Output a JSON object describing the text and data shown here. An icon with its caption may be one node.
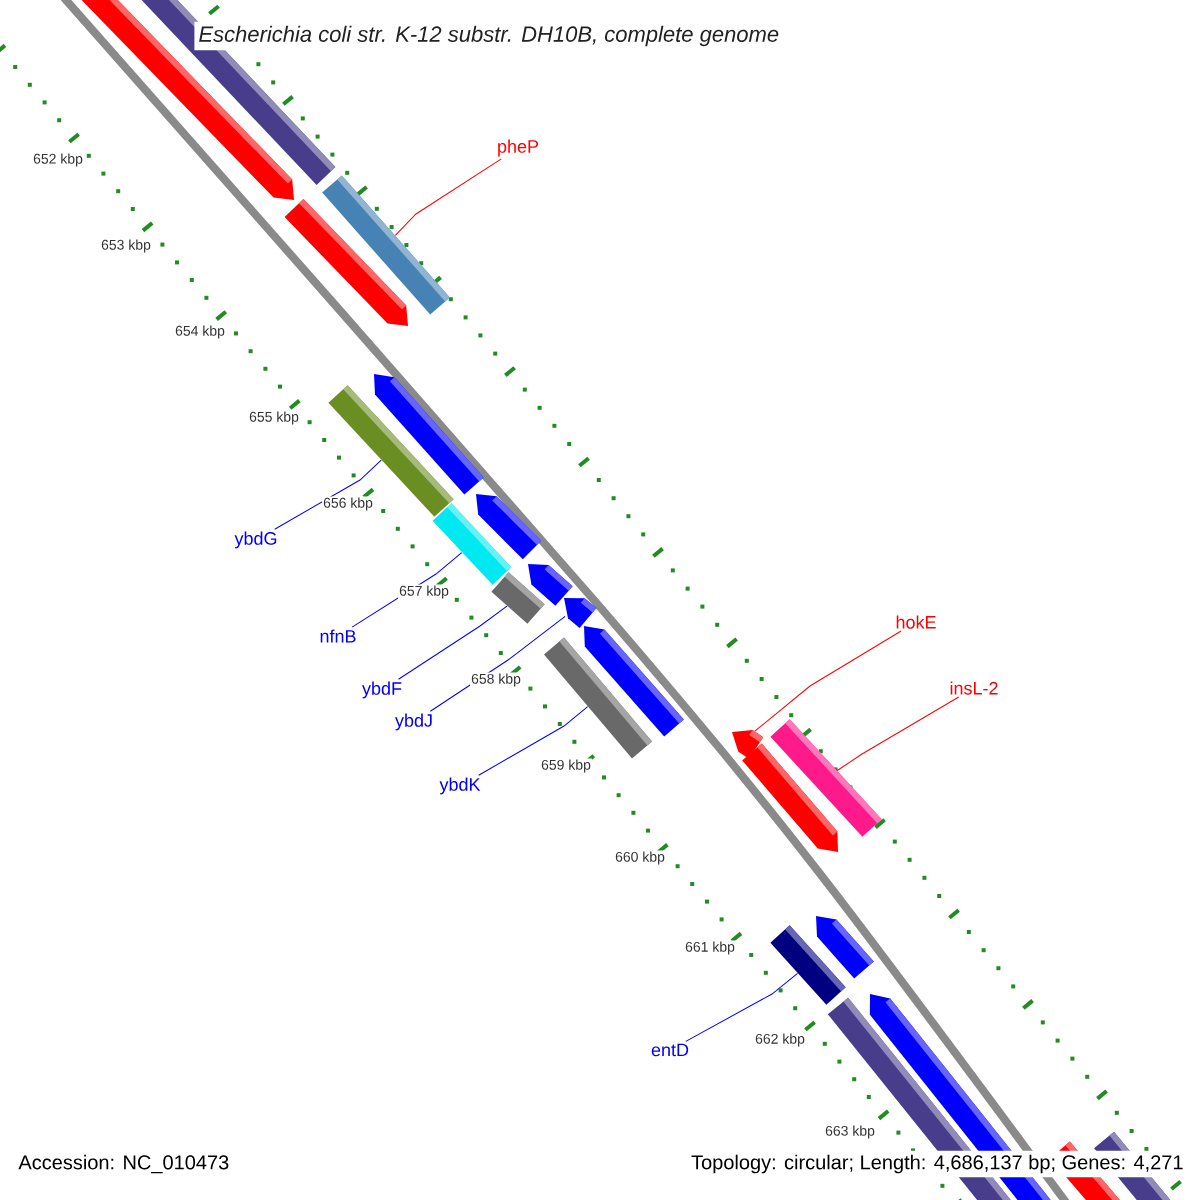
{
  "diagram": {
    "title": "*Escherichia coli* str. K-12 substr. DH10B, complete genome",
    "nodes": [
      {
        "text": [
          "pheP"
        ]
      },
      {
        "text": [
          "ybdG"
        ]
      },
      {
        "text": [
          "hokE"
        ]
      },
      {
        "text": [
          "nfnB"
        ]
      },
      {
        "text": [
          "insL-2"
        ]
      },
      {
        "text": [
          "ybdF"
        ]
      },
      {
        "text": [
          "ybdJ"
        ]
      },
      {
        "text": [
          "ybdK"
        ]
      },
      {
        "text": [
          "entD"
        ]
      },
      {
        "text": [],
        "shape": "bar"
      },
      {
        "text": [],
        "shape": "bar"
      },
      {
        "text": [],
        "shape": "bar"
      },
      {
        "text": [],
        "shape": "bar"
      },
      {
        "text": [],
        "shape": "arrow"
      },
      {
        "text": [],
        "shape": "bar"
      },
      {
        "text": [],
        "shape": "arrow"
      },
      {
        "text": [],
        "shape": "bar"
      },
      {
        "text": [],
        "shape": "bar"
      }
    ],
    "edges": [
      {
        "from": 0,
        "to": 9,
        "arrow": "none",
        "color": "#ff0000"
      },
      {
        "from": 1,
        "to": 10,
        "arrow": "none"
      },
      {
        "from": 2,
        "to": 15,
        "arrow": "none",
        "color": "#ff0000"
      },
      {
        "from": 3,
        "to": 11,
        "arrow": "none"
      },
      {
        "from": 4,
        "to": 16,
        "arrow": "none",
        "color": "#ff0000"
      },
      {
        "from": 5,
        "to": 12,
        "arrow": "none"
      },
      {
        "from": 6,
        "to": 13,
        "arrow": "none"
      },
      {
        "from": 7,
        "to": 14,
        "arrow": "none"
      },
      {
        "from": 8,
        "to": 17,
        "arrow": "none"
      }
    ],
    "labels": [
      "652 kbp",
      "653 kbp",
      "654 kbp",
      "655 kbp",
      "656 kbp",
      "657 kbp",
      "658 kbp",
      "659 kbp",
      "660 kbp",
      "661 kbp",
      "662 kbp",
      "663 kbp",
      "Accession: NC_010473",
      "Topology: circular; Length: 4,686,137 bp; Genes: 4,271"
    ]
  }
}
